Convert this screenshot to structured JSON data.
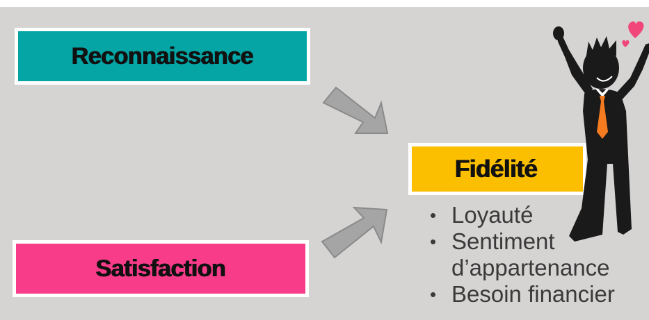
{
  "boxes": {
    "reconnaissance": "Reconnaissance",
    "satisfaction": "Satisfaction",
    "fidelite": "Fidélité"
  },
  "bullets": [
    "Loyauté",
    "Sentiment d’appartenance",
    "Besoin financier"
  ],
  "colors": {
    "background": "#d6d3d3",
    "reconnaissance": "#05a5a5",
    "satisfaction": "#f93c89",
    "fidelite": "#fbbf00",
    "arrow": "#a5a5a5",
    "figure": "#1a1a1a",
    "tie": "#f47b20",
    "hearts": "#f0467a"
  },
  "icons": [
    "right-down-arrow",
    "right-up-arrow",
    "cheering-man-figure",
    "heart"
  ]
}
